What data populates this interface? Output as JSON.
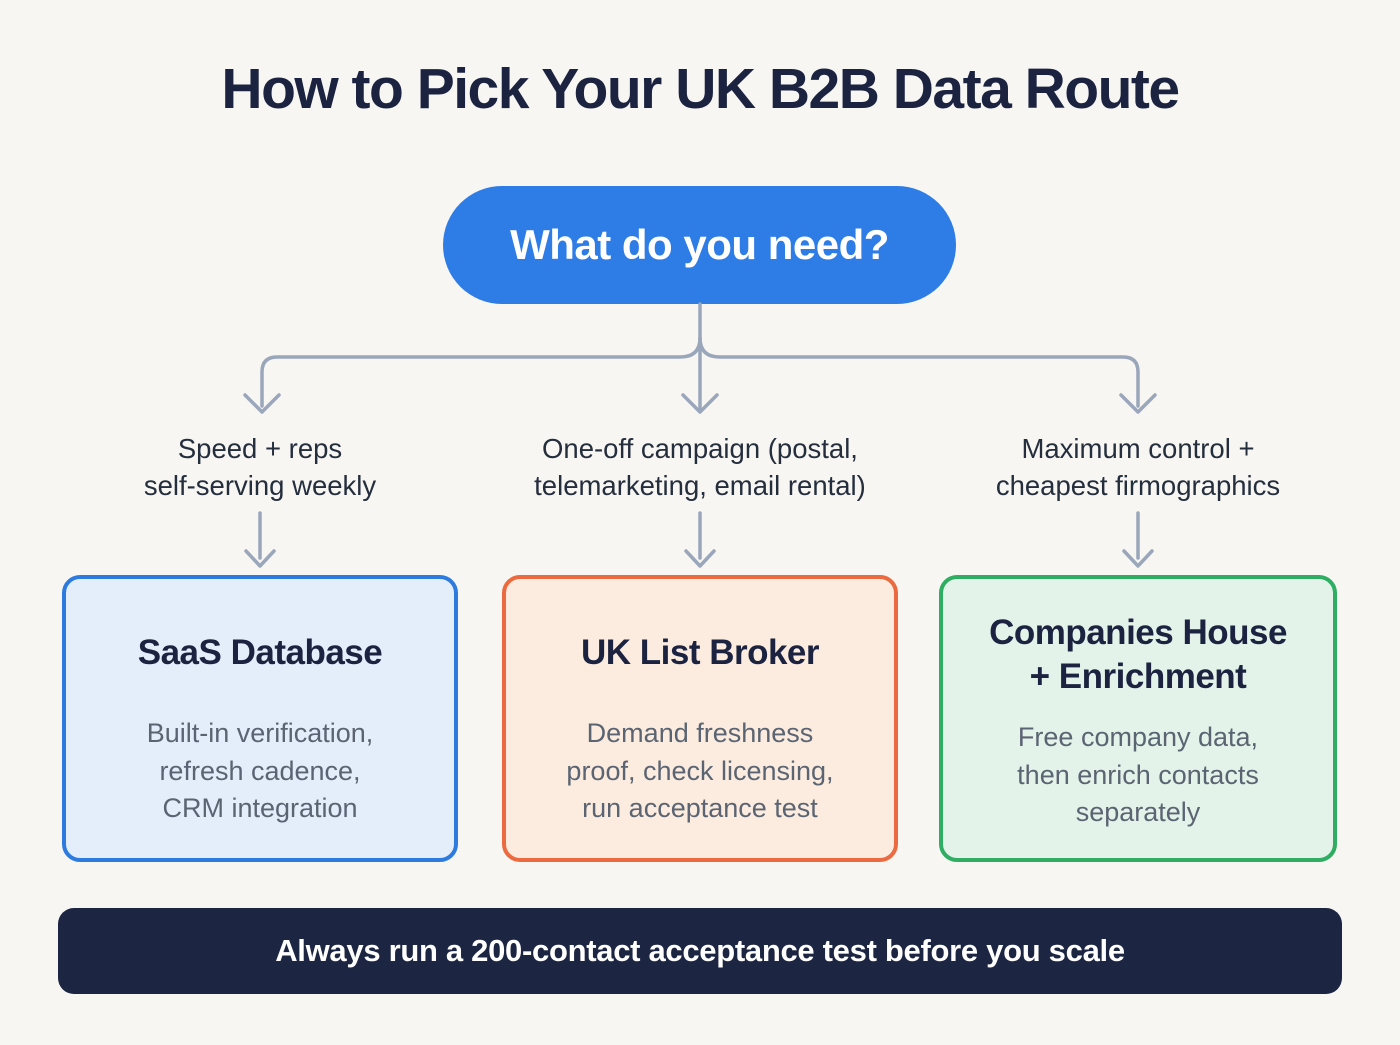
{
  "title": "How to Pick Your UK B2B Data Route",
  "root_node": {
    "label": "What do you need?"
  },
  "branches": [
    {
      "condition": "Speed + reps\nself-serving weekly",
      "box": {
        "title": "SaaS Database",
        "body": "Built-in verification,\nrefresh cadence,\nCRM integration",
        "border_color": "#2e7be0",
        "fill_color": "#e4eefb"
      }
    },
    {
      "condition": "One-off campaign (postal,\ntelemarketing, email rental)",
      "box": {
        "title": "UK List Broker",
        "body": "Demand freshness\nproof, check licensing,\nrun acceptance test",
        "border_color": "#ec6a3f",
        "fill_color": "#fcecdf"
      }
    },
    {
      "condition": "Maximum control +\ncheapest firmographics",
      "box": {
        "title": "Companies House\n+ Enrichment",
        "body": "Free company data,\nthen enrich contacts\nseparately",
        "border_color": "#2fad62",
        "fill_color": "#e4f3e9"
      }
    }
  ],
  "footer": {
    "text": "Always run a 200-contact acceptance test before you scale"
  },
  "colors": {
    "background": "#f7f6f3",
    "title_navy": "#1b2340",
    "pill_blue": "#2e7ce6",
    "pill_text": "#ffffff",
    "arrow_gray": "#9aa6ba",
    "condition_text": "#252e3d",
    "box_title_navy": "#1b2340",
    "box_body_gray": "#5b6472",
    "footer_bg": "#1c2541",
    "footer_text": "#ffffff"
  }
}
